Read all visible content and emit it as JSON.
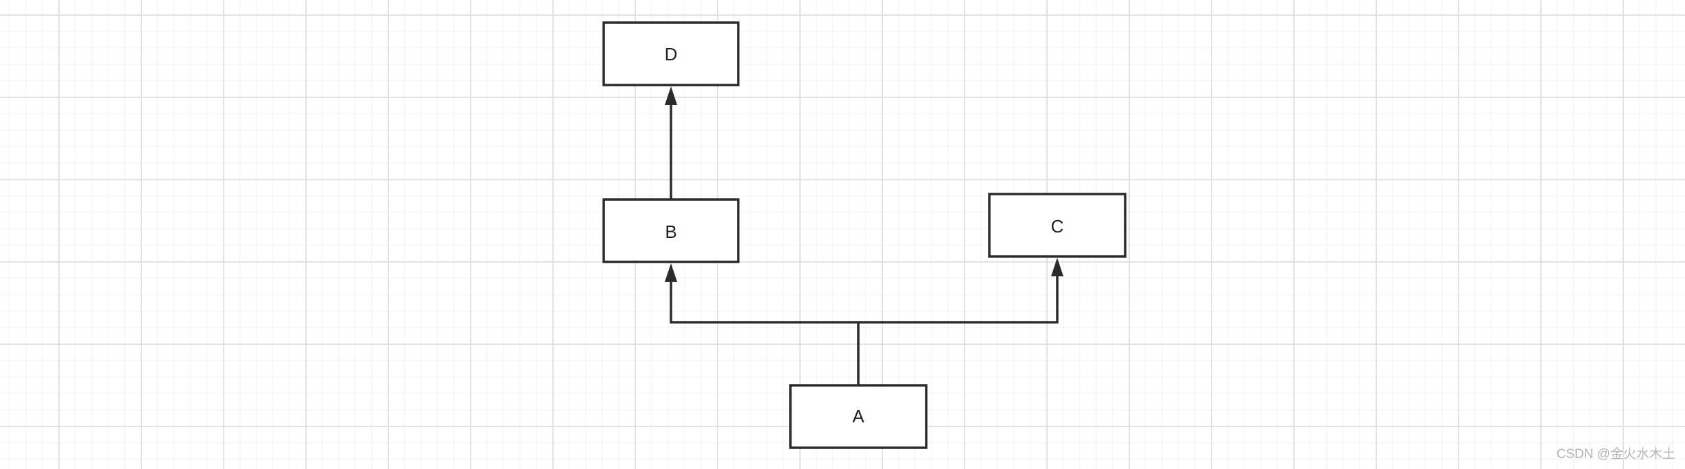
{
  "diagram": {
    "nodes": {
      "d": {
        "label": "D"
      },
      "b": {
        "label": "B"
      },
      "c": {
        "label": "C"
      },
      "a": {
        "label": "A"
      }
    }
  },
  "watermark": {
    "text": "CSDN @金火水木土"
  }
}
